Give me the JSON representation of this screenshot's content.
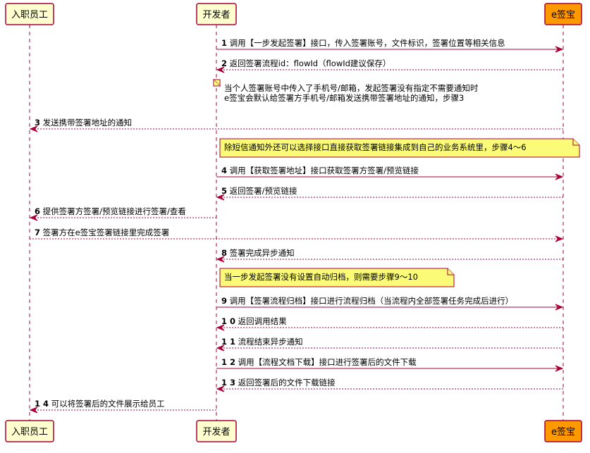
{
  "participants": [
    {
      "id": "employee",
      "label": "入职员工",
      "fill": "#fefece"
    },
    {
      "id": "developer",
      "label": "开发者",
      "fill": "#fefece"
    },
    {
      "id": "esign",
      "label": "e签宝",
      "fill": "#ff9900"
    }
  ],
  "colors": {
    "line": "#a80036",
    "note": "#fbfb77"
  },
  "messages": [
    {
      "num": "1",
      "text": "调用【一步发起签署】接口，传入签署账号，文件标识，签署位置等相关信息",
      "from": "developer",
      "to": "esign",
      "style": "solid"
    },
    {
      "num": "2",
      "text": "返回签署流程id：flowId（flowId建议保存）",
      "from": "esign",
      "to": "developer",
      "style": "dashed"
    },
    {
      "note": true,
      "lines": [
        "当个人签署账号中传入了手机号/邮箱，发起签署没有指定不需要通知时",
        "e签宝会默认给签署方手机号/邮箱发送携带签署地址的通知，步骤3"
      ]
    },
    {
      "num": "3",
      "text": "发送携带签署地址的通知",
      "from": "esign",
      "to": "employee",
      "style": "dashed"
    },
    {
      "note": true,
      "lines": [
        "除短信通知外还可以选择接口直接获取签署链接集成到自己的业务系统里，步骤4～6"
      ]
    },
    {
      "num": "4",
      "text": "调用【获取签署地址】接口获取签署方签署/预览链接",
      "from": "developer",
      "to": "esign",
      "style": "solid"
    },
    {
      "num": "5",
      "text": "返回签署/预览链接",
      "from": "esign",
      "to": "developer",
      "style": "dashed"
    },
    {
      "num": "6",
      "text": "提供签署方签署/预览链接进行签署/查看",
      "from": "developer",
      "to": "employee",
      "style": "dashed"
    },
    {
      "num": "7",
      "text": "签署方在e签宝签署链接里完成签署",
      "from": "employee",
      "to": "esign",
      "style": "dashed"
    },
    {
      "num": "8",
      "text": "签署完成异步通知",
      "from": "esign",
      "to": "developer",
      "style": "dashed"
    },
    {
      "note": true,
      "lines": [
        "当一步发起签署没有设置自动归档，则需要步骤9～10"
      ]
    },
    {
      "num": "9",
      "text": "调用【签署流程归档】接口进行流程归档（当流程内全部签署任务完成后进行）",
      "from": "developer",
      "to": "esign",
      "style": "solid"
    },
    {
      "num": "1 0",
      "text": "返回调用结果",
      "from": "esign",
      "to": "developer",
      "style": "dashed"
    },
    {
      "num": "1 1",
      "text": "流程结束异步通知",
      "from": "esign",
      "to": "developer",
      "style": "dashed"
    },
    {
      "num": "1 2",
      "text": "调用【流程文档下载】接口进行签署后的文件下载",
      "from": "developer",
      "to": "esign",
      "style": "solid"
    },
    {
      "num": "1 3",
      "text": "返回签署后的文件下载链接",
      "from": "esign",
      "to": "developer",
      "style": "dashed"
    },
    {
      "num": "1 4",
      "text": "可以将签署后的文件展示给员工",
      "from": "developer",
      "to": "employee",
      "style": "dashed"
    }
  ]
}
